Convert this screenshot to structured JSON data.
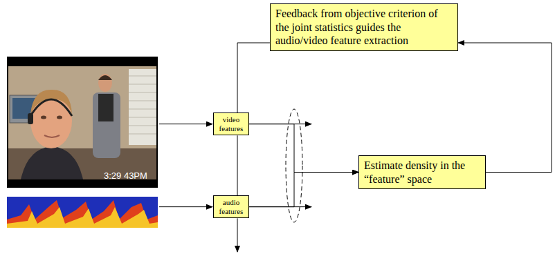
{
  "diagram": {
    "nodes": [
      {
        "text": [
          "video features"
        ]
      },
      {
        "text": [
          "audio features"
        ]
      },
      {
        "text": [
          "Feedback from objective criterion of the joint statistics guides the audio/video feature extraction"
        ]
      },
      {
        "text": [
          "Estimate density in the “feature” space"
        ]
      }
    ],
    "edges": [
      {
        "from": 2,
        "to": 0,
        "arrow": "none"
      },
      {
        "from": 0,
        "to": 1,
        "arrow": "none"
      },
      {
        "from": 0,
        "to": 3,
        "arrow": "to"
      },
      {
        "from": 1,
        "to": 3,
        "arrow": "to"
      },
      {
        "from": 3,
        "to": 2,
        "arrow": "to"
      }
    ],
    "labels": [
      "3:29 43PM"
    ]
  }
}
